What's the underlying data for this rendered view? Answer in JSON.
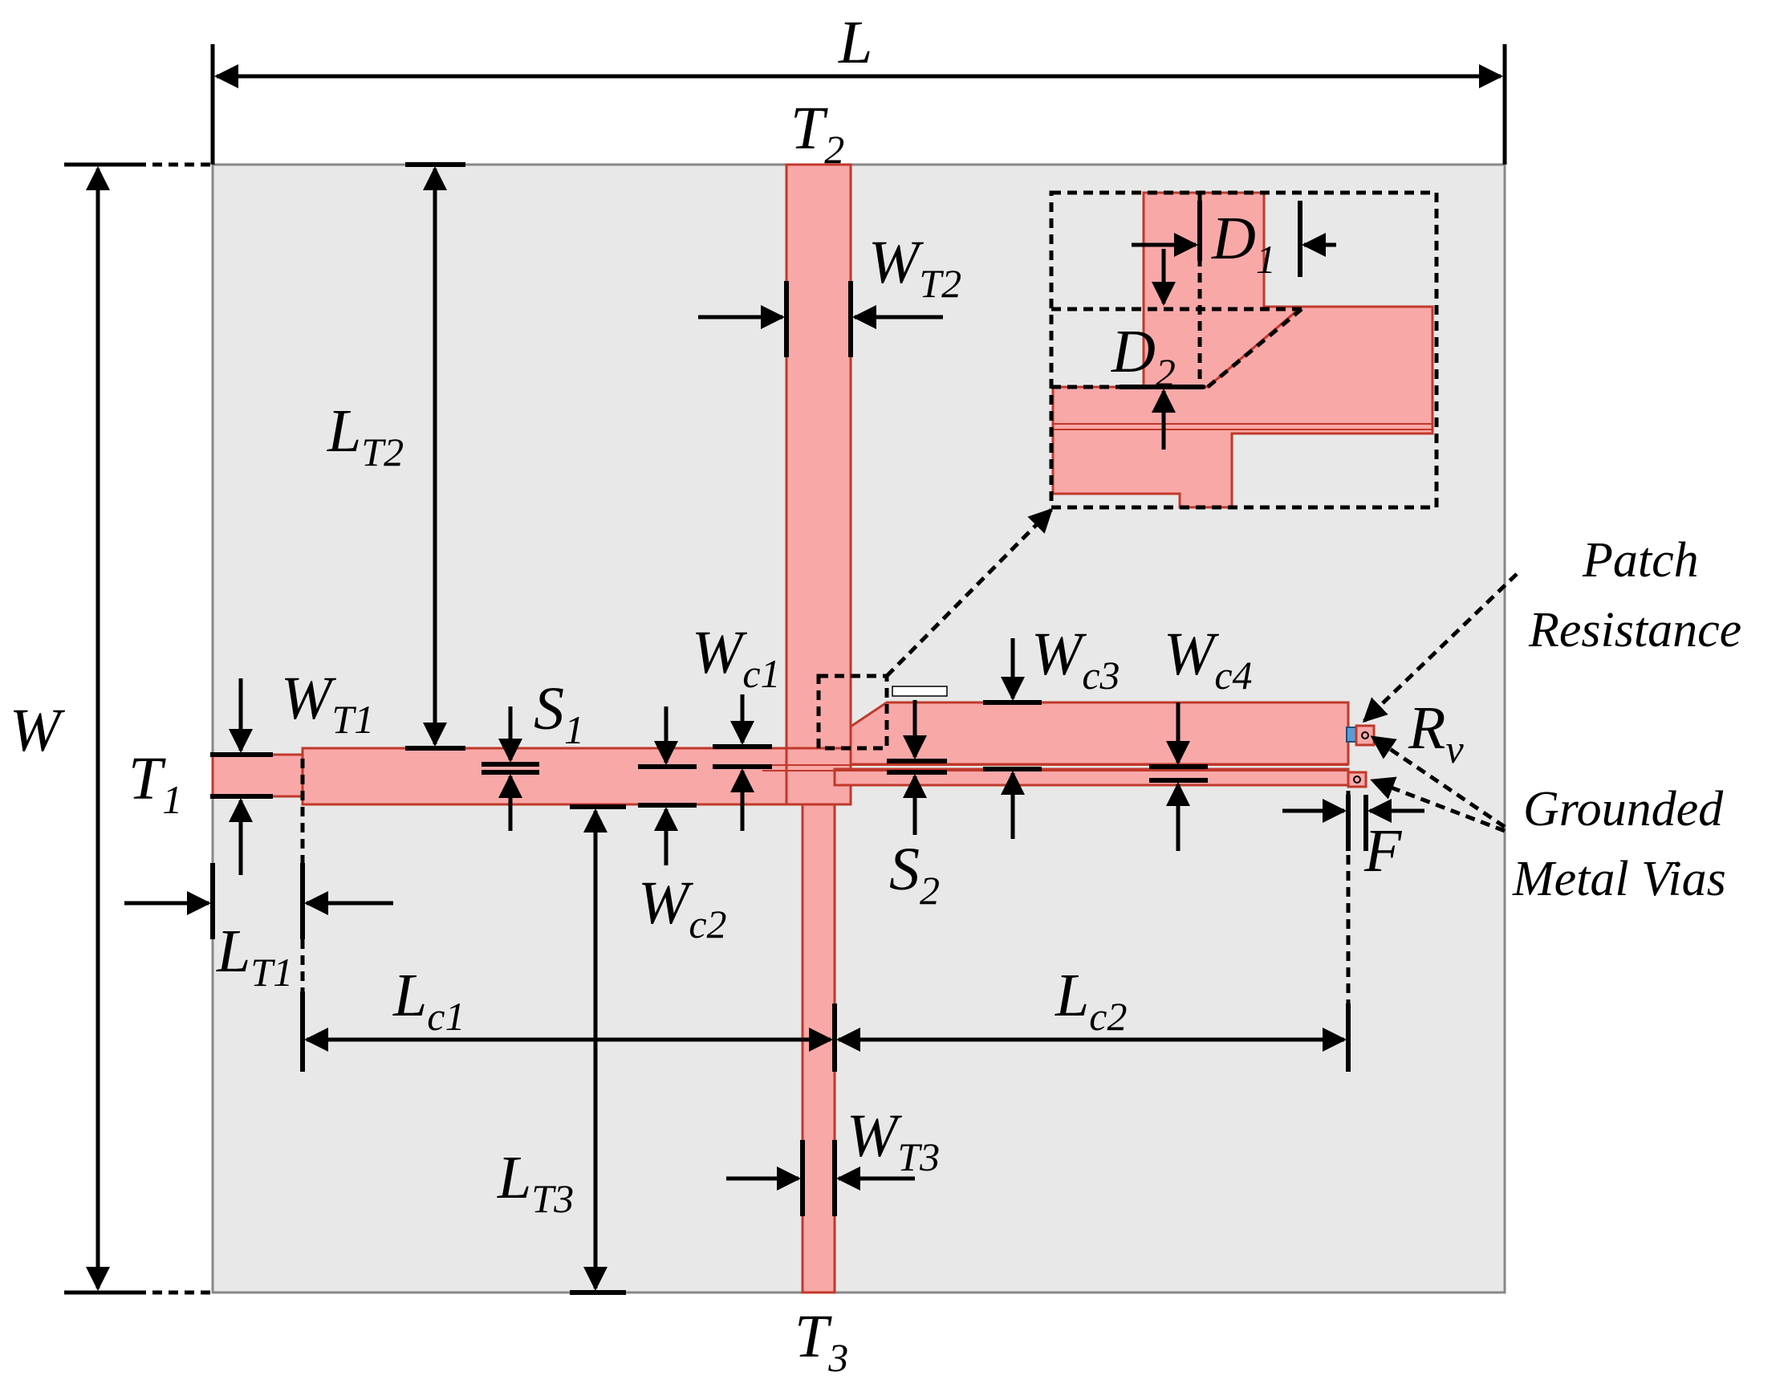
{
  "labels": {
    "L": "L",
    "W": "W",
    "T1": "T",
    "T1_sub": "1",
    "T2": "T",
    "T2_sub": "2",
    "T3": "T",
    "T3_sub": "3",
    "WT1": "W",
    "WT1_sub": "T1",
    "WT2": "W",
    "WT2_sub": "T2",
    "WT3": "W",
    "WT3_sub": "T3",
    "LT1": "L",
    "LT1_sub": "T1",
    "LT2": "L",
    "LT2_sub": "T2",
    "LT3": "L",
    "LT3_sub": "T3",
    "Lc1": "L",
    "Lc1_sub": "c1",
    "Lc2": "L",
    "Lc2_sub": "c2",
    "Wc1": "W",
    "Wc1_sub": "c1",
    "Wc2": "W",
    "Wc2_sub": "c2",
    "Wc3": "W",
    "Wc3_sub": "c3",
    "Wc4": "W",
    "Wc4_sub": "c4",
    "S1": "S",
    "S1_sub": "1",
    "S2": "S",
    "S2_sub": "2",
    "D1": "D",
    "D1_sub": "1",
    "D2": "D",
    "D2_sub": "2",
    "F": "F",
    "Rv": "R",
    "Rv_sub": "v",
    "patch_line1": "Patch",
    "patch_line2": "Resistance",
    "vias_line1": "Grounded",
    "vias_line2": "Metal Vias"
  },
  "colors": {
    "substrate": "#e8e8e8",
    "trace_fill": "#f9a8a8",
    "trace_edge": "#c0392b",
    "resistor": "#5b9bd5"
  }
}
